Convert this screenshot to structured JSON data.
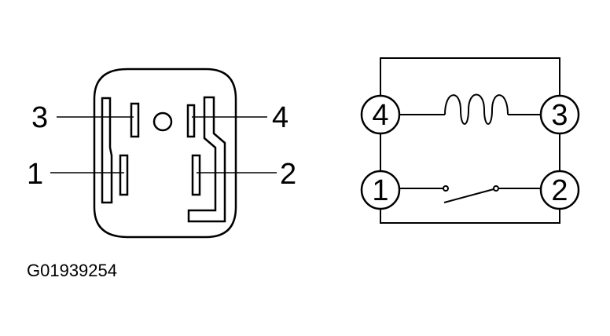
{
  "connector": {
    "labels": {
      "p1": "1",
      "p2": "2",
      "p3": "3",
      "p4": "4"
    }
  },
  "schematic": {
    "terminals": {
      "t1": "1",
      "t2": "2",
      "t3": "3",
      "t4": "4"
    }
  },
  "figure_code": "G01939254"
}
